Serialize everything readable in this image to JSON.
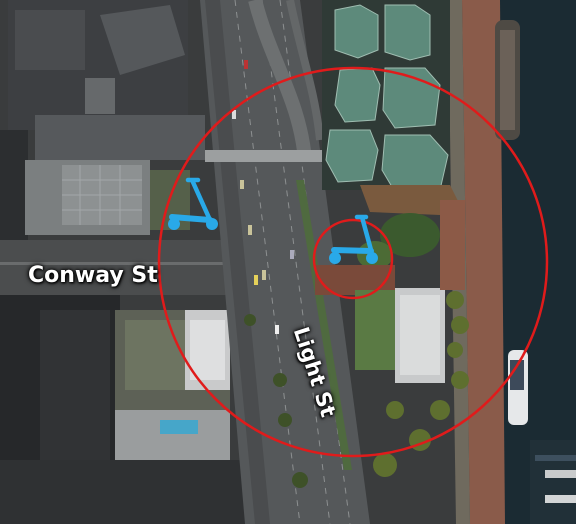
{
  "map": {
    "type": "satellite",
    "streets": {
      "conway": "Conway St",
      "light": "Light St"
    },
    "colors": {
      "range_ring": "#e01b1b",
      "scooter": "#29a9e8"
    },
    "markers": [
      {
        "kind": "scooter",
        "icon": "scooter-icon",
        "state": "outside-small-ring"
      },
      {
        "kind": "scooter",
        "icon": "scooter-icon",
        "state": "inside-small-ring"
      }
    ],
    "rings": [
      {
        "kind": "large-geofence"
      },
      {
        "kind": "small-geofence"
      }
    ]
  }
}
